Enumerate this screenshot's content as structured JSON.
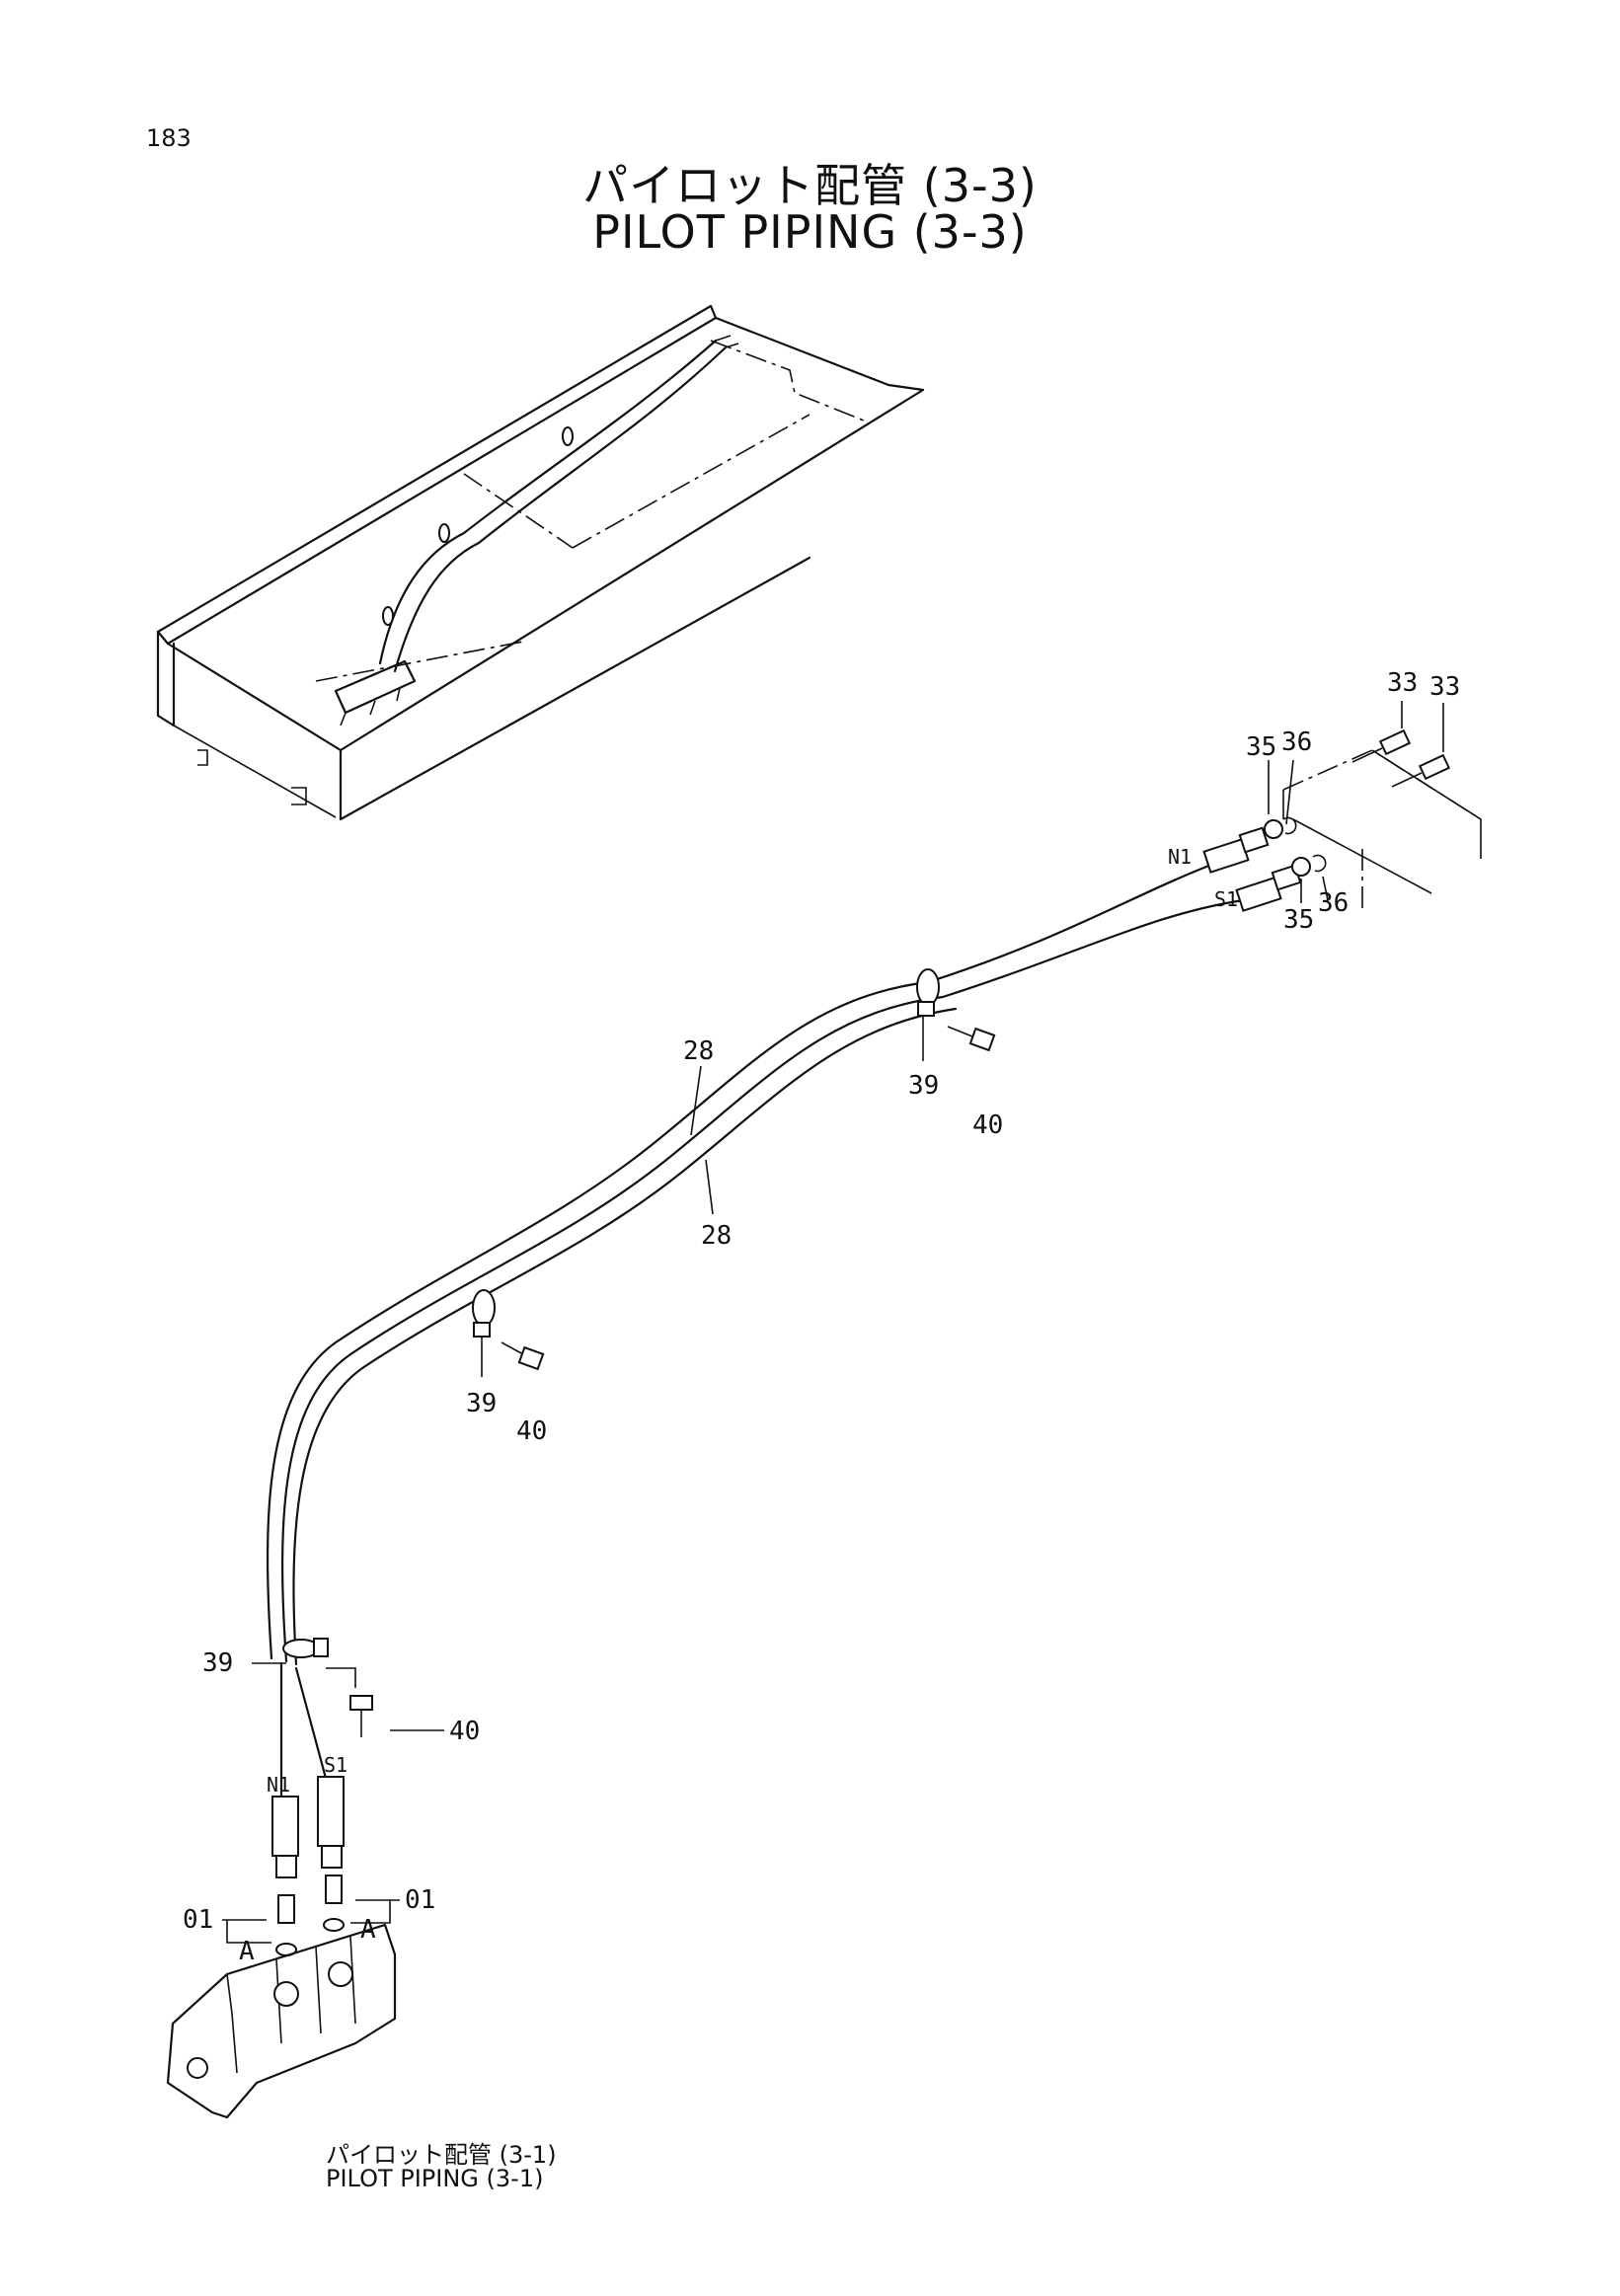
{
  "page": {
    "number": "183"
  },
  "title": {
    "japanese": "パイロット配管 (3-3)",
    "english": "PILOT PIPING (3-3)"
  },
  "reference": {
    "japanese": "パイロット配管 (3-1)",
    "english": "PILOT PIPING (3-1)"
  },
  "callouts": {
    "c33a": "33",
    "c33b": "33",
    "c35a": "35",
    "c36a": "36",
    "c35b": "35",
    "c36b": "36",
    "n1_top": "N1",
    "s1_top": "S1",
    "c28a": "28",
    "c28b": "28",
    "c39a": "39",
    "c40a": "40",
    "c39b": "39",
    "c40b": "40",
    "c39c": "39",
    "c40c": "40",
    "n1_bot": "N1",
    "s1_bot": "S1",
    "c01a": "01",
    "c01b": "01",
    "view_a1": "A",
    "view_a2": "A"
  }
}
